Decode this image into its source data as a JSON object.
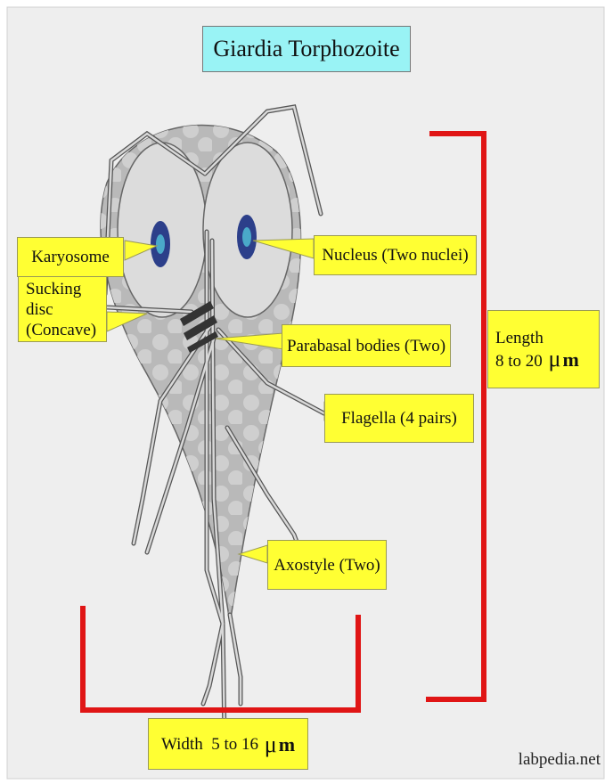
{
  "title": "Giardia Torphozoite",
  "labels": {
    "karyosome": "Karyosome",
    "nucleus": "Nucleus (Two nuclei)",
    "sucking_disc": "Sucking disc\n(Concave)",
    "parabasal": "Parabasal bodies (Two)",
    "flagella": "Flagella (4 pairs)",
    "axostyle": "Axostyle (Two)",
    "length_line1": "Length",
    "length_line2_prefix": "8 to 20",
    "width_prefix": "Width  5 to 16",
    "micro_symbol": "μ",
    "meter_symbol": "m"
  },
  "credit": "labpedia.net",
  "colors": {
    "background_panel": "#eeeeee",
    "title_box": "#99f3f5",
    "label_box": "#ffff33",
    "bracket": "#e01515",
    "body_fill": "#b9b9b9",
    "nucleus_outer": "#2c3f8a",
    "nucleus_inner": "#4aa9c9"
  }
}
